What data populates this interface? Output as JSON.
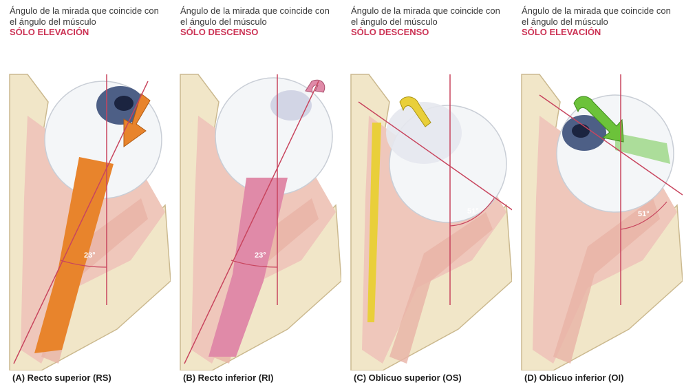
{
  "panels": [
    {
      "note": "Ángulo de la mirada que coincide con el ángulo del músculo",
      "action": "SÓLO ELEVACIÓN",
      "angle": "23°",
      "caption": "(A) Recto superior (RS)"
    },
    {
      "note": "Ángulo de la mirada que coincide con el ángulo del músculo",
      "action": "SÓLO DESCENSO",
      "angle": "23°",
      "caption": "(B) Recto inferior (RI)"
    },
    {
      "note": "Ángulo de la mirada que coincide con el ángulo del músculo",
      "action": "SÓLO DESCENSO",
      "angle": "51°",
      "caption": "(C) Oblicuo superior (OS)"
    },
    {
      "note": "Ángulo de la mirada que coincide con el ángulo del músculo",
      "action": "SÓLO ELEVACIÓN",
      "angle": "51°",
      "caption": "(D) Oblicuo inferior (OI)"
    }
  ],
  "colors": {
    "action_text": "#cc3355",
    "axis_line": "#c8455e",
    "bone": "#f1e6c8",
    "muscle_rs": "#e8842c",
    "muscle_ri": "#e08aa8",
    "muscle_os": "#e9cf3a",
    "arrow_oi": "#6cc23a"
  }
}
